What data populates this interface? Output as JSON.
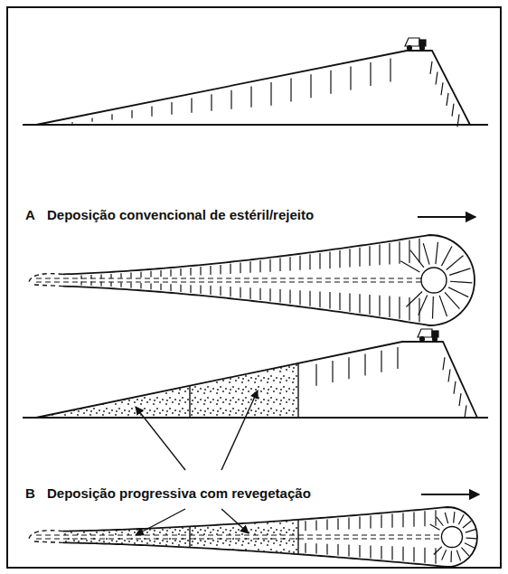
{
  "diagram": {
    "labels": [
      "A",
      "Deposição convencional de estéril/rejeito",
      "B",
      "Deposição progressiva com revegetação"
    ]
  }
}
